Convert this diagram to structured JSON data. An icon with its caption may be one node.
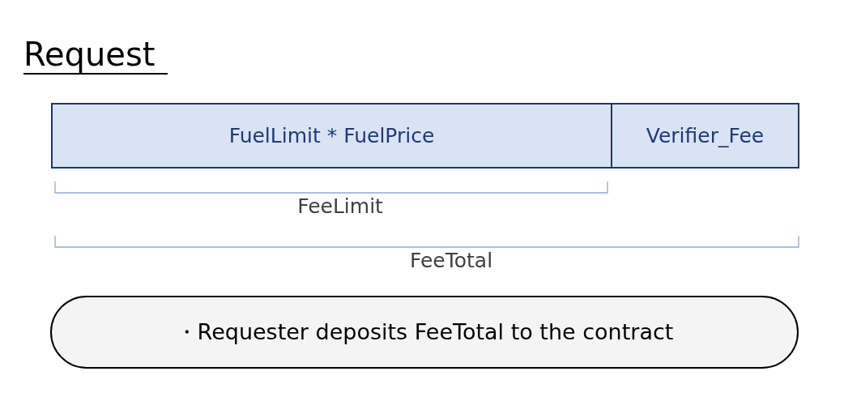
{
  "diagram": {
    "title": "Request",
    "nodes": [
      {
        "text": [
          "FuelLimit * FuelPrice"
        ]
      },
      {
        "text": [
          "Verifier_Fee"
        ]
      },
      {
        "text": [
          "・Requester deposits FeeTotal to the contract"
        ]
      }
    ],
    "labels": [
      "FeeLimit",
      "FeeTotal"
    ]
  }
}
